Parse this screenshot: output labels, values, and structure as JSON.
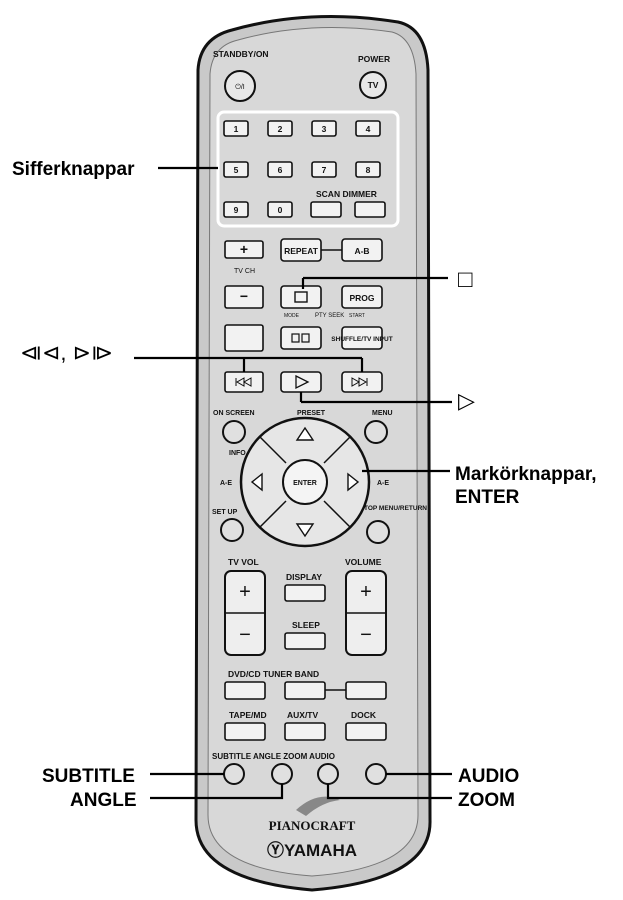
{
  "remote": {
    "top_labels": {
      "standby": "STANDBY/ON",
      "standby_glyph": "⏻/I",
      "power": "POWER",
      "power_tv": "TV"
    },
    "numbers": [
      "1",
      "2",
      "3",
      "4",
      "5",
      "6",
      "7",
      "8",
      "9",
      "0"
    ],
    "scan_dimmer": "SCAN DIMMER",
    "repeat": "REPEAT",
    "ab": "A-B",
    "tv_ch": "TV CH",
    "plus": "+",
    "minus": "−",
    "prog": "PROG",
    "pty_seek": "PTY SEEK",
    "mode": "MODE",
    "start": "START",
    "shuffle_input": "SHUFFLE/TV INPUT",
    "on_screen": "ON SCREEN",
    "info": "INFO.",
    "preset": "PRESET",
    "menu": "MENU",
    "ae_left": "A-E",
    "ae_right": "A-E",
    "enter": "ENTER",
    "set_up": "SET UP",
    "top_menu": "TOP MENU/RETURN",
    "tv_vol": "TV VOL",
    "volume": "VOLUME",
    "display": "DISPLAY",
    "sleep": "SLEEP",
    "dvd_cd_tuner_band": "DVD/CD TUNER BAND",
    "tape_md": "TAPE/MD",
    "aux_tv": "AUX/TV",
    "dock": "DOCK",
    "bottom_row": "SUBTITLE ANGLE ZOOM AUDIO",
    "brand_piano": "PIANOCRAFT",
    "brand_yamaha": "ⓎYAMAHA"
  },
  "callouts": {
    "sifferknappar": "Sifferknappar",
    "stop_symbol": "□",
    "skip": "⧏⊲, ⊳⧐",
    "play_symbol": "▷",
    "markor_1": "Markörknappar,",
    "markor_2": "ENTER",
    "subtitle": "SUBTITLE",
    "angle": "ANGLE",
    "audio": "AUDIO",
    "zoom": "ZOOM"
  }
}
